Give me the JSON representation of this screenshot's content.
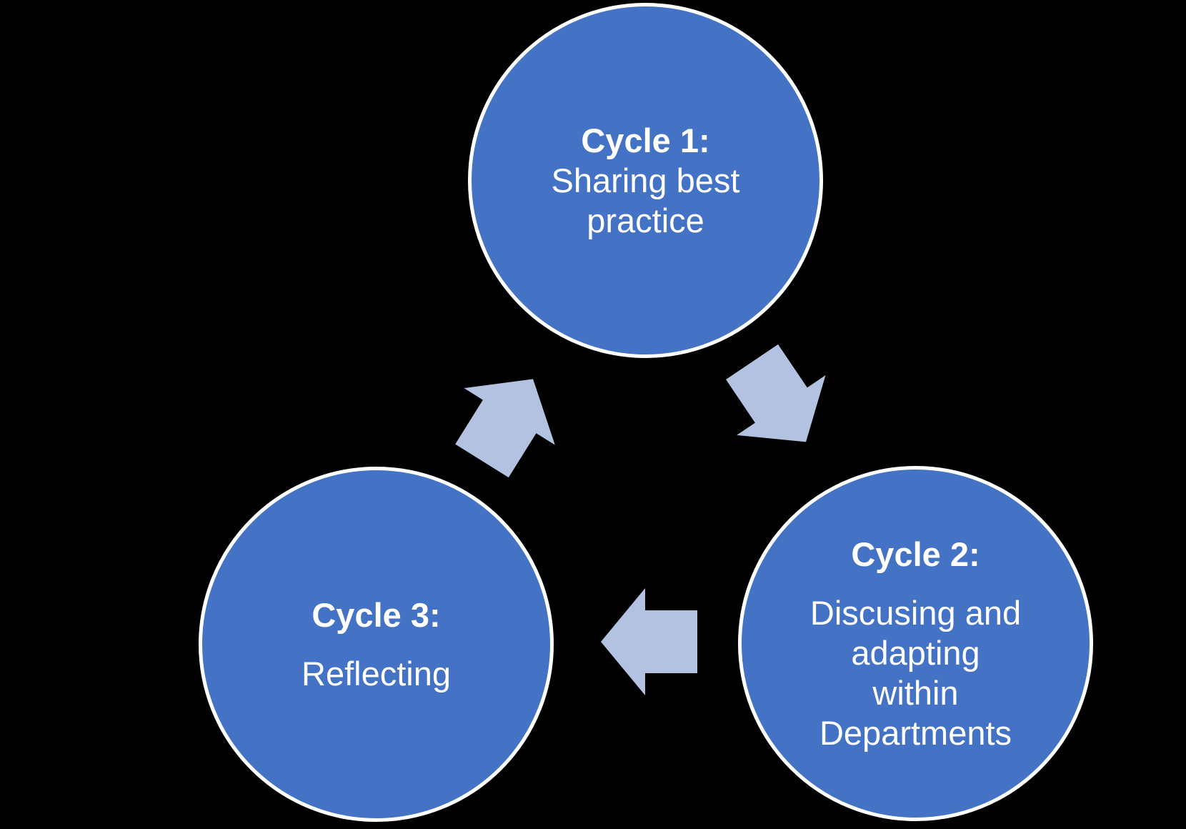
{
  "diagram": {
    "type": "cycle",
    "background_color": "#000000",
    "node_fill_color": "#4472C4",
    "node_border_color": "#FFFFFF",
    "arrow_color": "#B4C2E2",
    "text_color": "#FFFFFF",
    "nodes": [
      {
        "title": "Cycle 1:",
        "body": "Sharing best\npractice"
      },
      {
        "title": "Cycle 2:",
        "body": "Discusing and\nadapting\nwithin\nDepartments"
      },
      {
        "title": "Cycle 3:",
        "body": "Reflecting"
      }
    ],
    "arrows": [
      {
        "name": "arrow-cycle1-to-cycle2",
        "direction": "down-right"
      },
      {
        "name": "arrow-cycle2-to-cycle3",
        "direction": "left"
      },
      {
        "name": "arrow-cycle3-to-cycle1",
        "direction": "up-right"
      }
    ]
  }
}
